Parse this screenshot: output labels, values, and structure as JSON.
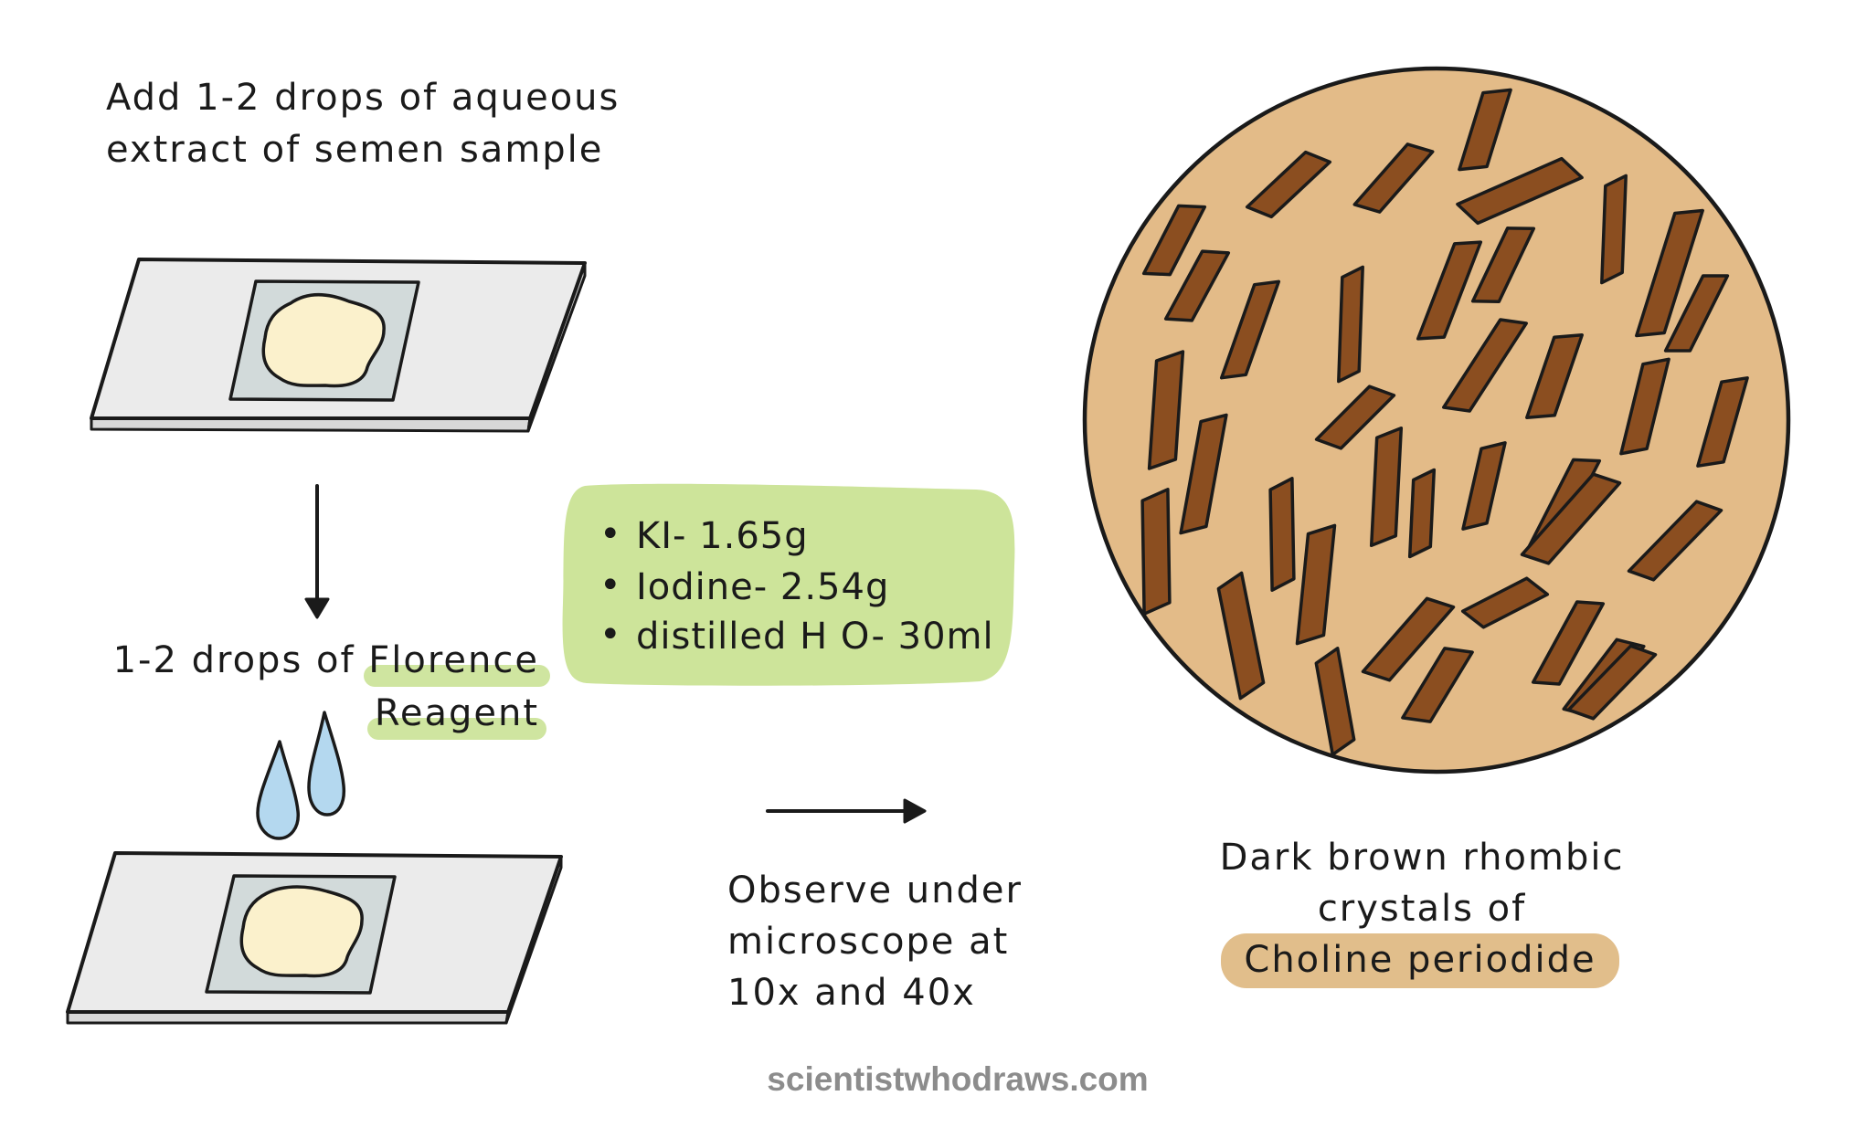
{
  "steps": {
    "step1_line1": "Add 1-2 drops of aqueous",
    "step1_line2": "extract of semen sample",
    "step2_line1": "1-2 drops of Florence",
    "step2_line2": "Reagent",
    "step3_line1": "Observe under",
    "step3_line2": "microscope at",
    "step3_line3": "10x and 40x"
  },
  "reagent_box": {
    "items": [
      "KI- 1.65g",
      "Iodine- 2.54g",
      "distilled H O- 30ml"
    ],
    "bullet": "•"
  },
  "result": {
    "line1": "Dark brown rhombic",
    "line2": "crystals of",
    "highlight": "Choline periodide"
  },
  "watermark": "scientistwhodraws.com",
  "colors": {
    "reagent_box": "#cde49a",
    "highlight_green": "#cfe5a0",
    "result_highlight": "#e1be8b",
    "microscope_field": "#e3bb88",
    "crystal": "#8b4e20",
    "slide": "#ebebeb",
    "cover_slip": "#d2dada",
    "sample": "#fbf1cc",
    "drop": "#b4d8ef"
  },
  "icons": [
    "glass-slide",
    "cover-slip",
    "semen-sample",
    "reagent-drop",
    "down-arrow",
    "right-arrow",
    "crystal"
  ]
}
